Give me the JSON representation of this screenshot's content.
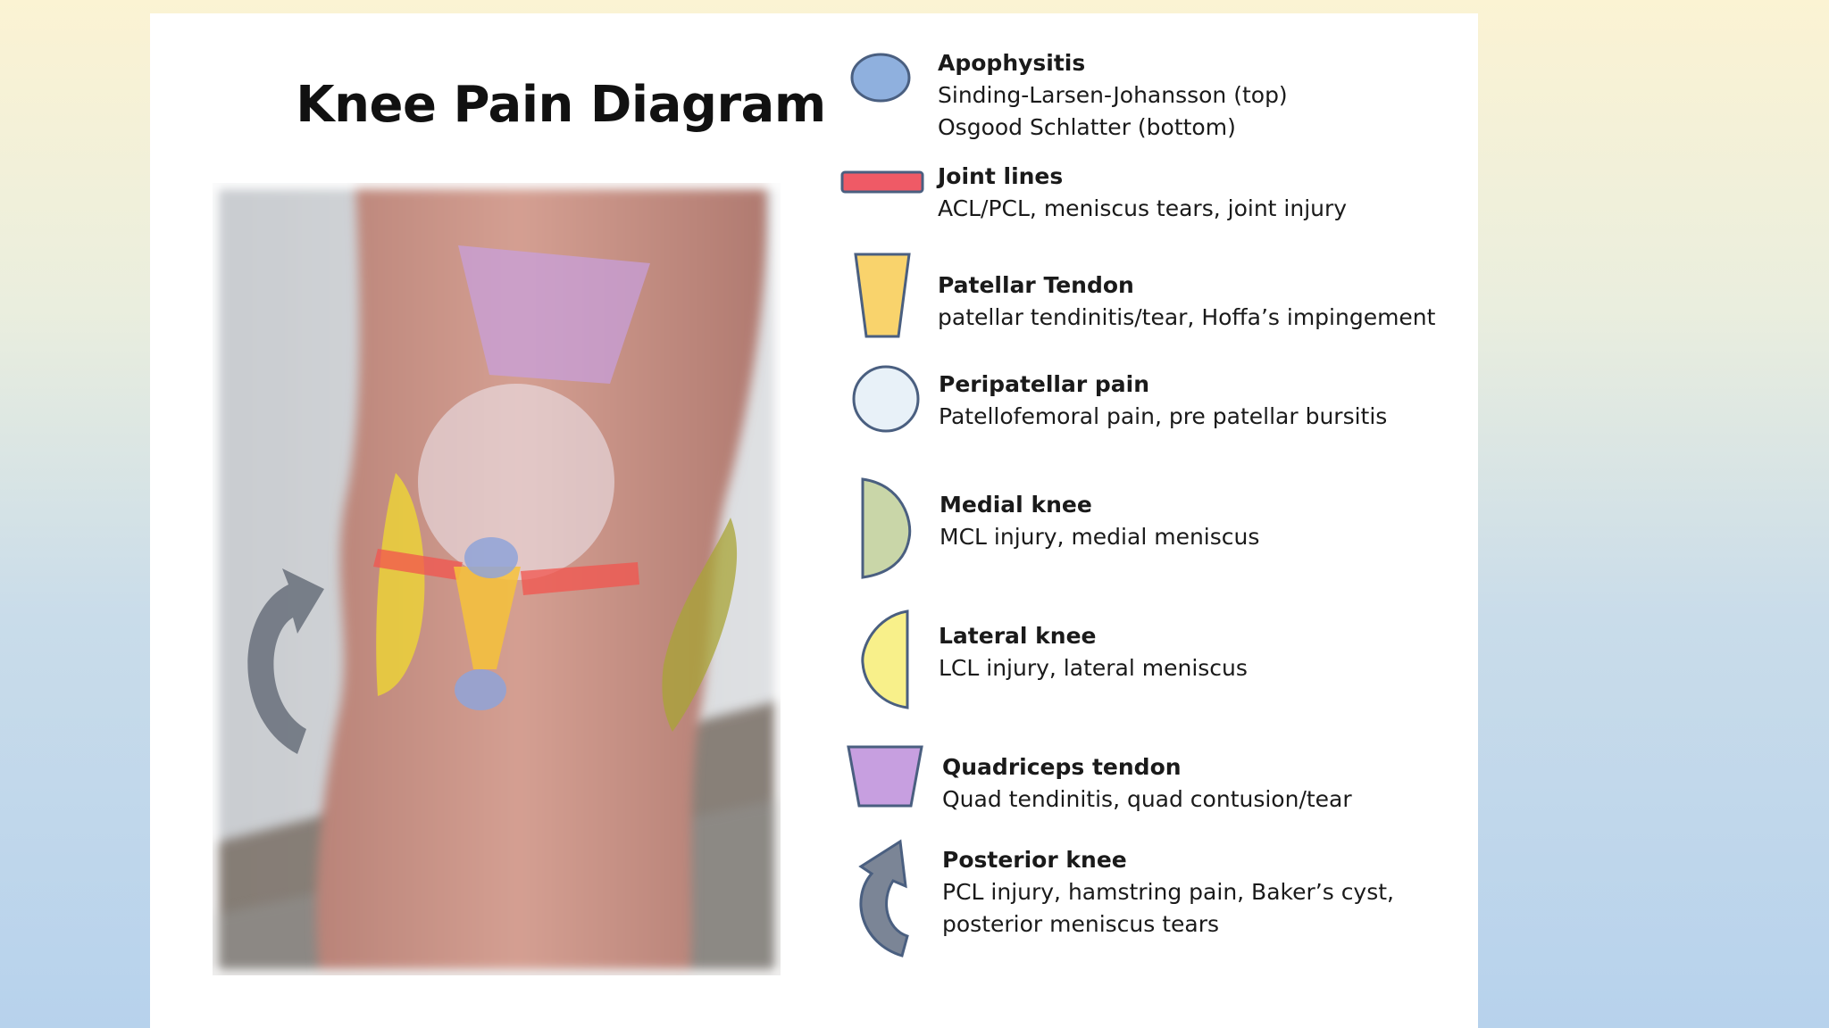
{
  "title": "Knee Pain Diagram",
  "colors": {
    "apophysitis": "#8fb0de",
    "joint_lines": "#ef5a66",
    "patellar_tendon": "#f9d36c",
    "peripatellar": "#e8f1f8",
    "medial_knee": "#c9d6a8",
    "lateral_knee": "#f8f08a",
    "quadriceps_tendon": "#c79fe0",
    "posterior_knee": "#7b8596",
    "outline": "#4a5f80"
  },
  "legend": [
    {
      "key": "apophysitis",
      "icon": "oval-icon",
      "name": "Apophysitis",
      "lines": [
        "Sinding-Larsen-Johansson (top)",
        "Osgood Schlatter (bottom)"
      ]
    },
    {
      "key": "joint_lines",
      "icon": "bar-icon",
      "name": "Joint lines",
      "lines": [
        "ACL/PCL, meniscus tears, joint injury"
      ]
    },
    {
      "key": "patellar_tendon",
      "icon": "tapered-trapezoid-icon",
      "name": "Patellar Tendon",
      "lines": [
        "patellar tendinitis/tear, Hoffa’s impingement"
      ]
    },
    {
      "key": "peripatellar",
      "icon": "circle-icon",
      "name": "Peripatellar pain",
      "lines": [
        "Patellofemoral pain, pre patellar bursitis"
      ]
    },
    {
      "key": "medial_knee",
      "icon": "half-oval-right-icon",
      "name": "Medial knee",
      "lines": [
        "MCL injury, medial meniscus"
      ]
    },
    {
      "key": "lateral_knee",
      "icon": "half-oval-left-icon",
      "name": "Lateral knee",
      "lines": [
        "LCL injury, lateral meniscus"
      ]
    },
    {
      "key": "quadriceps_tendon",
      "icon": "trapezoid-icon",
      "name": "Quadriceps tendon",
      "lines": [
        "Quad tendinitis, quad contusion/tear"
      ]
    },
    {
      "key": "posterior_knee",
      "icon": "curved-arrow-icon",
      "name": "Posterior knee",
      "lines": [
        "PCL injury, hamstring pain, Baker’s cyst,",
        "posterior meniscus tears"
      ]
    }
  ]
}
